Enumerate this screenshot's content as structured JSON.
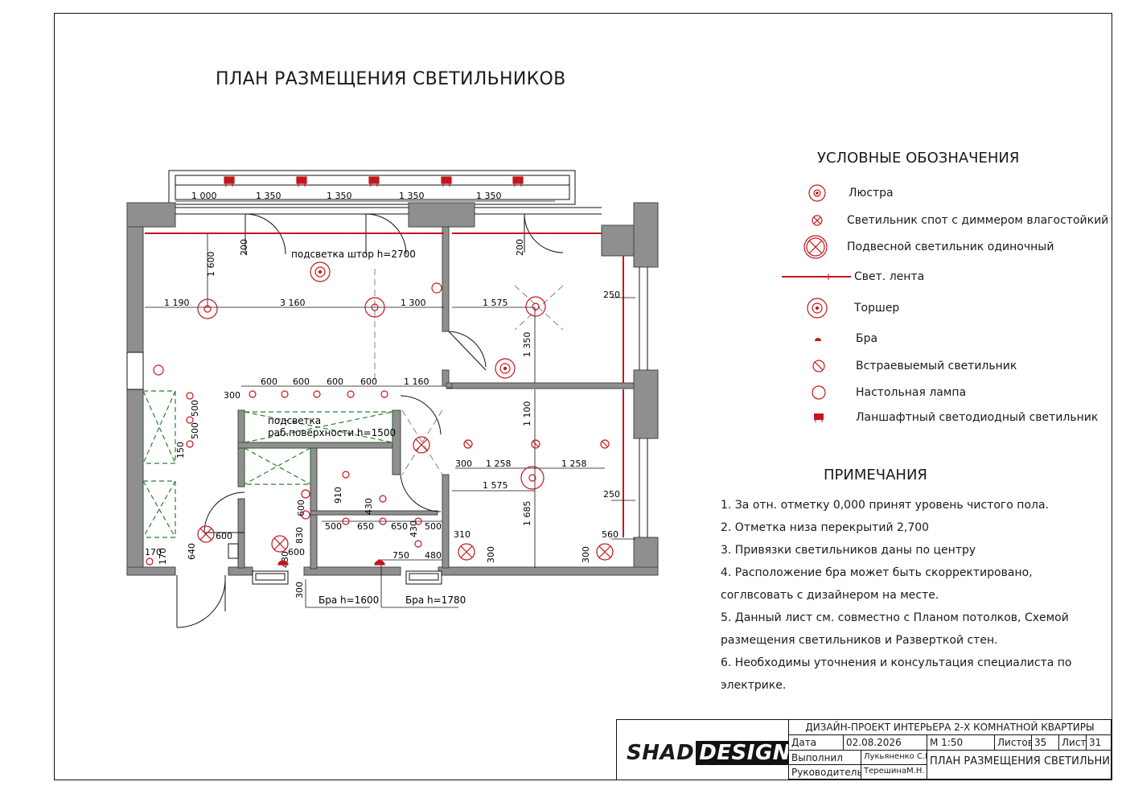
{
  "title": "ПЛАН РАЗМЕЩЕНИЯ СВЕТИЛЬНИКОВ",
  "colors": {
    "accent": "#c4161c",
    "wall": "#8a8a8a",
    "green": "#2e7d32",
    "line": "#111111"
  },
  "legend": {
    "title": "УСЛОВНЫЕ ОБОЗНАЧЕНИЯ",
    "items": [
      {
        "icon": "chandelier-icon",
        "label": "Люстра"
      },
      {
        "icon": "spot-dimmer-icon",
        "label": "Светильник спот с диммером влагостойкий"
      },
      {
        "icon": "pendant-icon",
        "label": "Подвесной светильник одиночный"
      },
      {
        "icon": "led-strip-icon",
        "label": "Свет. лента"
      },
      {
        "icon": "floor-lamp-icon",
        "label": "Торшер"
      },
      {
        "icon": "sconce-icon",
        "label": "Бра"
      },
      {
        "icon": "recessed-icon",
        "label": "Встраевыемый светильник"
      },
      {
        "icon": "table-lamp-icon",
        "label": "Настольная лампа"
      },
      {
        "icon": "landscape-led-icon",
        "label": "Ланшафтный светодиодный светильник"
      }
    ]
  },
  "notes": {
    "title": "ПРИМЕЧАНИЯ",
    "lines": [
      "1. За отн. отметку 0,000 принят уровень чистого пола.",
      "2. Отметка низа перекрытий 2,700",
      "3. Привязки светильников даны по центру",
      "4. Расположение бра может быть скорректировано,",
      "соглвсовать с дизайнером на месте.",
      "5. Данный лист см. совместно с Планом потолков, Схемой",
      "размещения светильников и Разверткой стен.",
      "6. Необходимы уточнения и консультация специалиста по",
      "электрике."
    ]
  },
  "plan": {
    "labels": {
      "curtain": "подсветка штор h=2700",
      "work_surface_1": "подсветка",
      "work_surface_2": "раб.поверхности h=1500",
      "sconce_1": "Бра h=1600",
      "sconce_2": "Бра h=1780"
    },
    "dims": {
      "balcony": [
        "1 000",
        "1 350",
        "1 350",
        "1 350",
        "1 350"
      ],
      "row_main": [
        "1 190",
        "3 160",
        "1 300",
        "1 575"
      ],
      "kitchen": [
        "600",
        "600",
        "600",
        "600",
        "1 160"
      ],
      "misc": [
        "1 600",
        "200",
        "200",
        "250",
        "1 350",
        "300",
        "500",
        "500",
        "150",
        "1 100",
        "300",
        "1 258",
        "1 258",
        "1 575",
        "250",
        "910",
        "430",
        "600",
        "500",
        "650",
        "650",
        "430",
        "500",
        "830",
        "600",
        "600",
        "640",
        "170",
        "170",
        "750",
        "480",
        "430",
        "310",
        "300",
        "1 685",
        "300",
        "560",
        "300"
      ]
    }
  },
  "title_block": {
    "logo_1": "SHAD",
    "logo_2": "DESIGN",
    "project": "ДИЗАЙН-ПРОЕКТ ИНТЕРЬЕРА 2-Х КОМНАТНОЙ КВАРТИРЫ",
    "date_label": "Дата",
    "date": "02.08.2026",
    "scale": "М 1:50",
    "sheets_label": "Листов",
    "sheets": "35",
    "sheet_label": "Лист",
    "sheet": "31",
    "performed_label": "Выполнил",
    "performed": "Лукьяненко С.Ю.",
    "lead_label": "Руководитель",
    "lead": "ТерешинаМ.Н.",
    "drawing": "ПЛАН РАЗМЕЩЕНИЯ СВЕТИЛЬНИКОВ"
  }
}
